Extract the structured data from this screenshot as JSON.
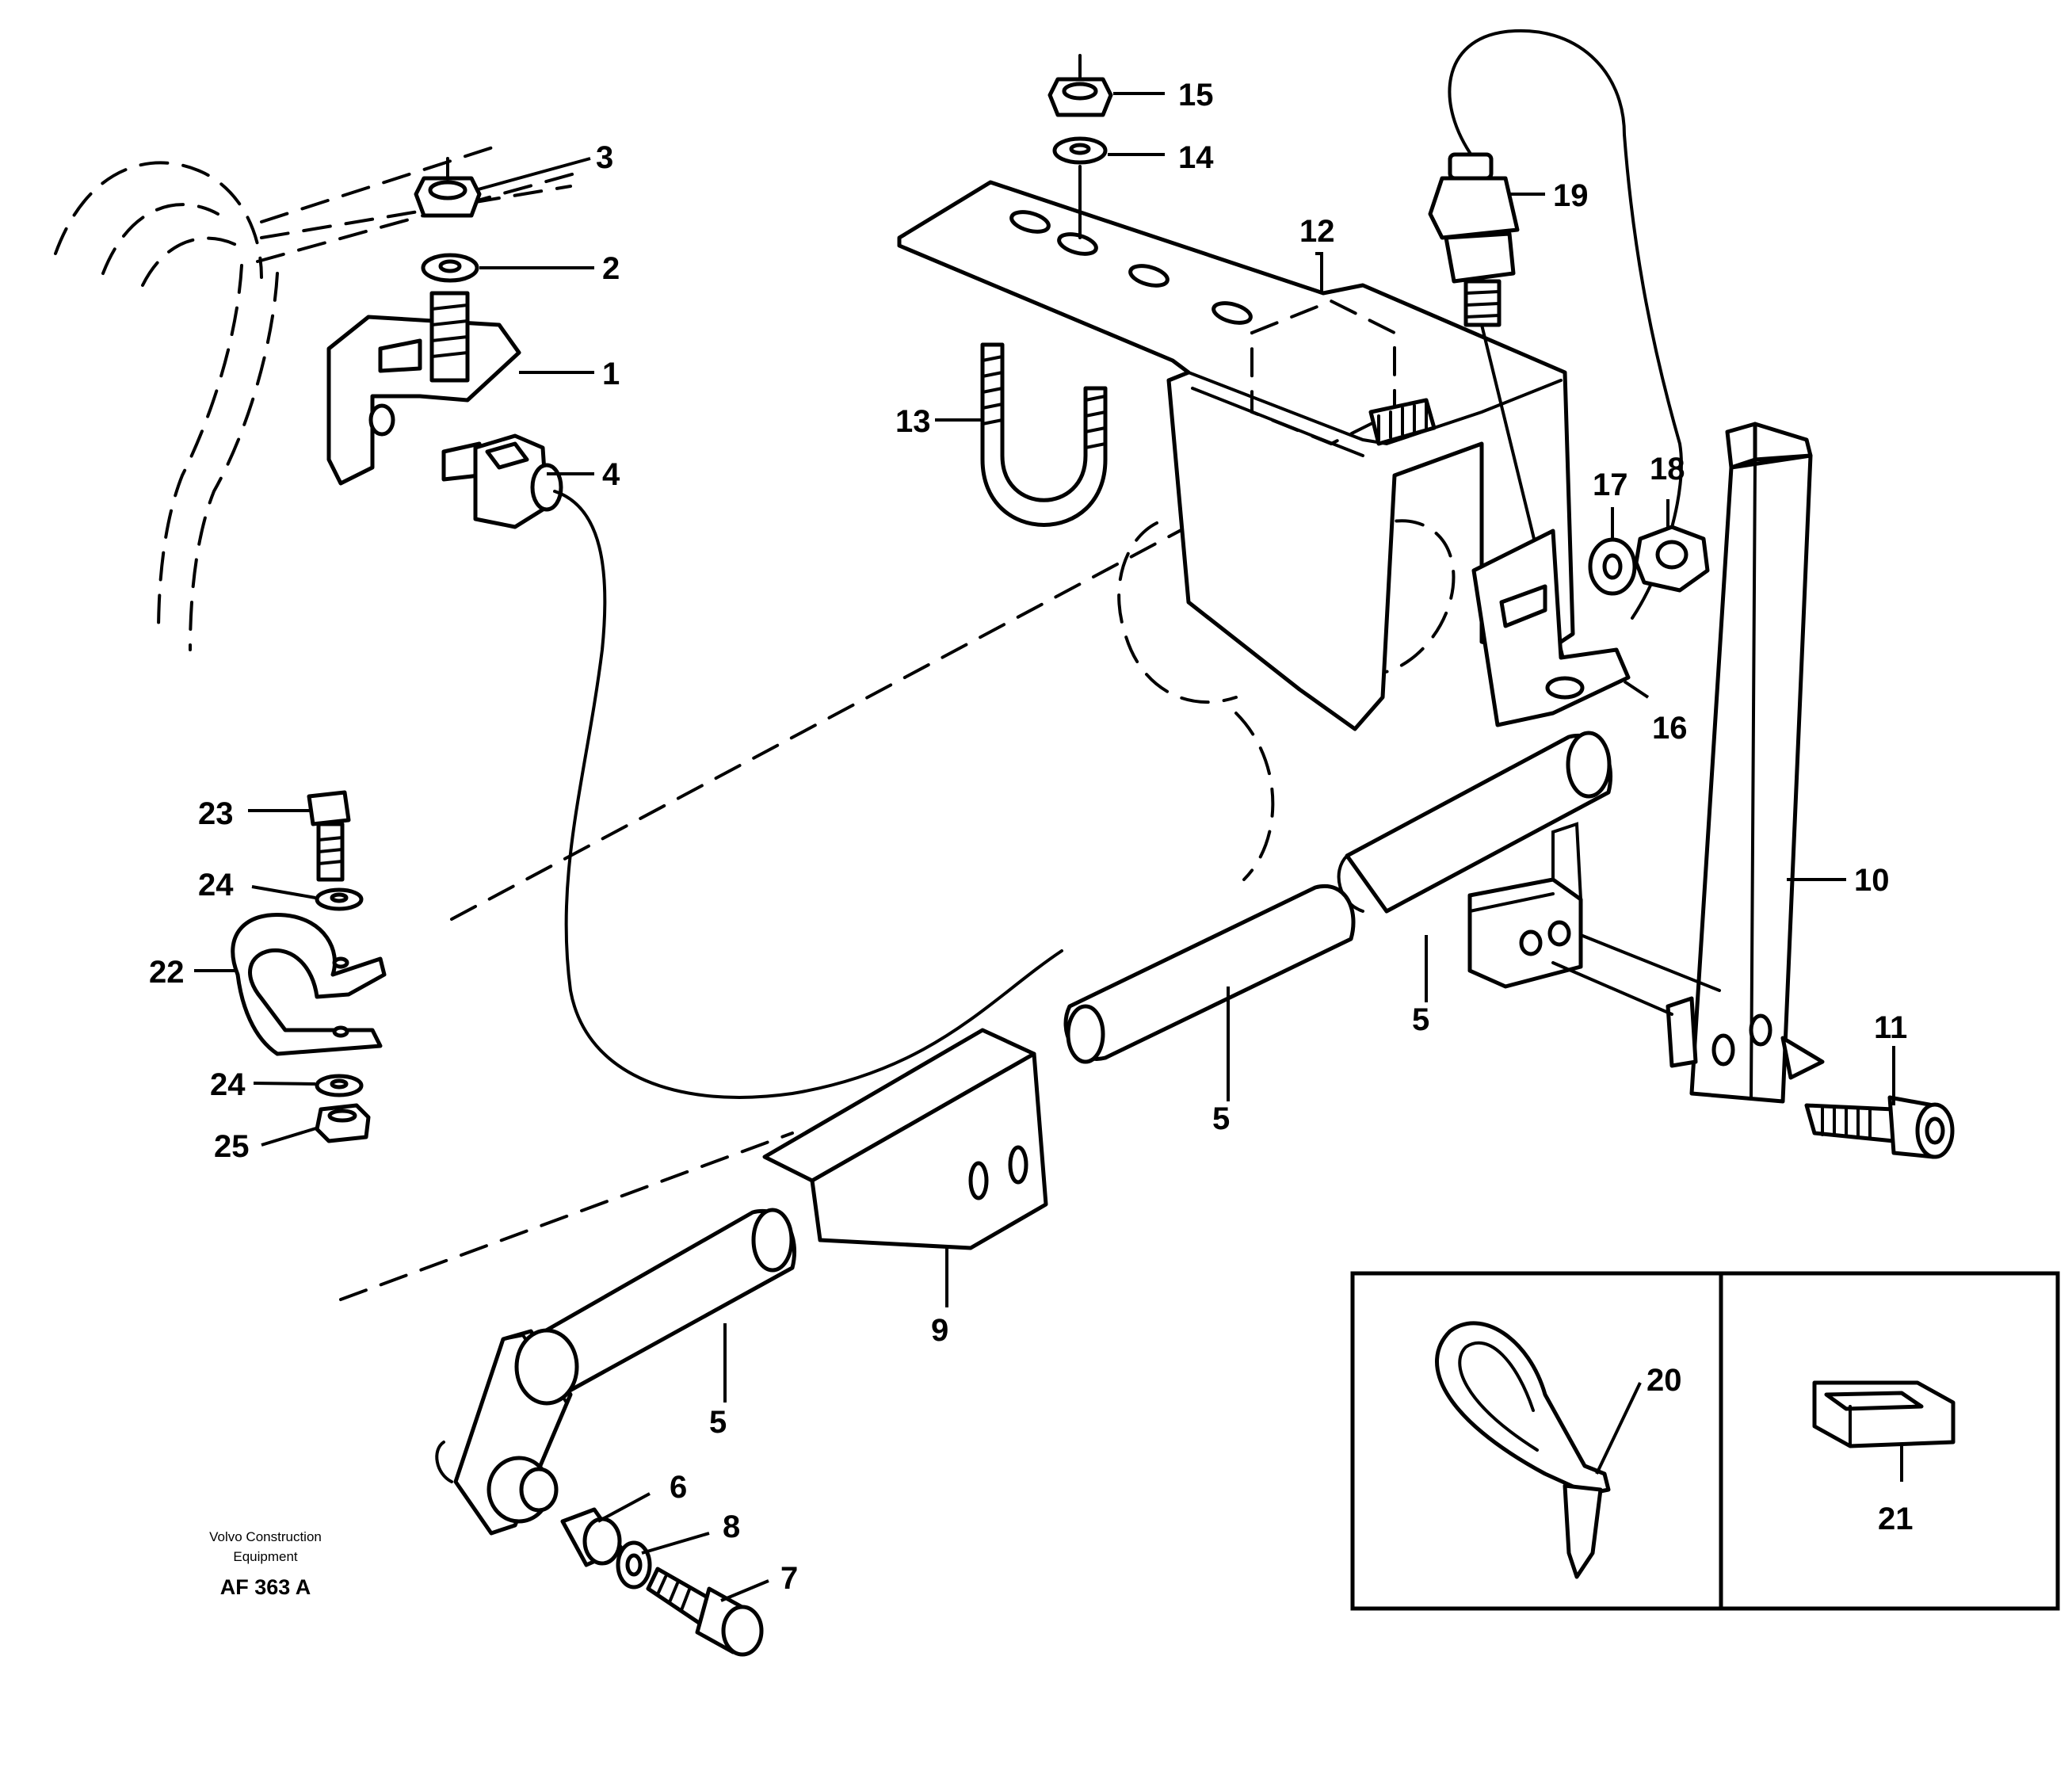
{
  "callouts": {
    "n1": "1",
    "n2": "2",
    "n3": "3",
    "n4": "4",
    "n5a": "5",
    "n5b": "5",
    "n5c": "5",
    "n6": "6",
    "n7": "7",
    "n8": "8",
    "n9": "9",
    "n10": "10",
    "n11": "11",
    "n12": "12",
    "n13": "13",
    "n14": "14",
    "n15": "15",
    "n16": "16",
    "n17": "17",
    "n18": "18",
    "n19": "19",
    "n20": "20",
    "n21": "21",
    "n22": "22",
    "n23": "23",
    "n24a": "24",
    "n24b": "24",
    "n25": "25"
  },
  "caption": {
    "line1": "Volvo Construction",
    "line2": "Equipment",
    "reference": "AF 363 A"
  },
  "colors": {
    "line": "#000000",
    "background": "#ffffff"
  }
}
